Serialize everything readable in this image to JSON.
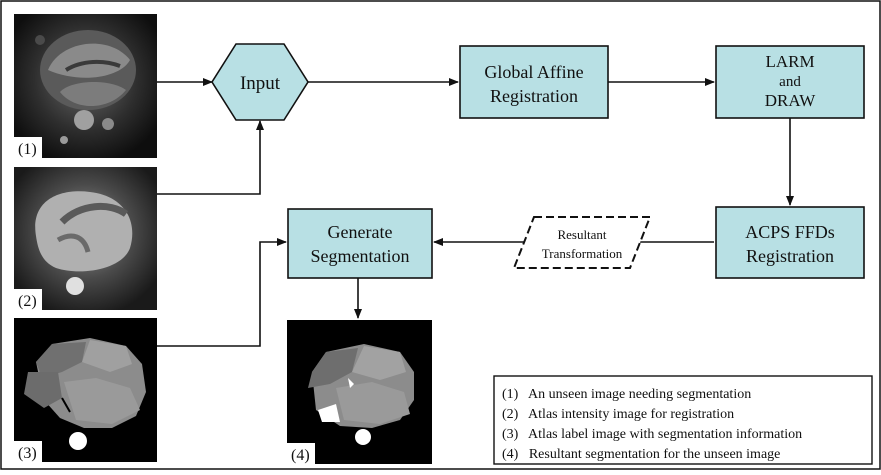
{
  "nodes": {
    "input": "Input",
    "global_affine": [
      "Global Affine",
      "Registration"
    ],
    "larm": [
      "LARM",
      "and",
      "DRAW"
    ],
    "acps": [
      "ACPS FFDs",
      "Registration"
    ],
    "generate": [
      "Generate",
      "Segmentation"
    ],
    "resultant": [
      "Resultant",
      "Transformation"
    ]
  },
  "image_labels": {
    "img1": "(1)",
    "img2": "(2)",
    "img3": "(3)",
    "img4": "(4)"
  },
  "legend": [
    "(1)   An unseen image needing segmentation",
    "(2)   Atlas intensity image for registration",
    "(3)   Atlas label image with segmentation information",
    "(4)   Resultant segmentation for the unseen image"
  ],
  "colors": {
    "box_fill": "#b8e0e4",
    "stroke": "#111111"
  }
}
